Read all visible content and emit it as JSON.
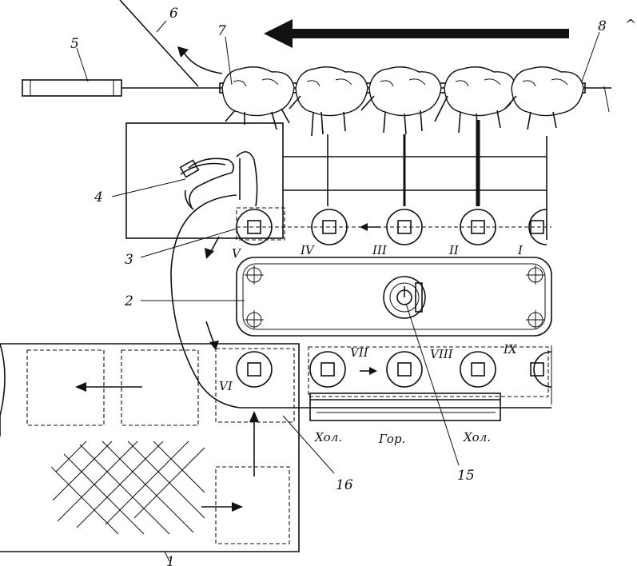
{
  "figure": {
    "callouts": [
      "1",
      "2",
      "3",
      "4",
      "5",
      "6",
      "7",
      "8",
      "15",
      "16"
    ],
    "station_numerals": [
      "I",
      "II",
      "III",
      "IV",
      "V",
      "VI",
      "VII",
      "VIII",
      "IX"
    ],
    "zone_labels": [
      "Хол.",
      "Гор.",
      "Хол."
    ],
    "corner_mark": "^"
  }
}
